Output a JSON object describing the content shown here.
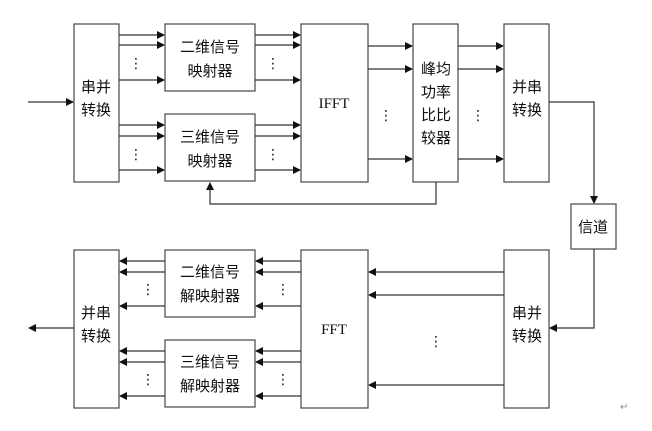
{
  "diagram": {
    "transmitter": {
      "sp_convert": [
        "串并",
        "转换"
      ],
      "mapper_2d": [
        "二维信号",
        "映射器"
      ],
      "mapper_3d": [
        "三维信号",
        "映射器"
      ],
      "ifft": "IFFT",
      "papr_compare": [
        "峰均",
        "功率",
        "比比",
        "较器"
      ],
      "ps_convert": [
        "并串",
        "转换"
      ]
    },
    "channel": "信道",
    "receiver": {
      "sp_convert": [
        "串并",
        "转换"
      ],
      "fft": "FFT",
      "demapper_2d": [
        "二维信号",
        "解映射器"
      ],
      "demapper_3d": [
        "三维信号",
        "解映射器"
      ],
      "ps_convert": [
        "并串",
        "转换"
      ]
    },
    "ellipsis": "⋮",
    "return_mark": "↵"
  }
}
